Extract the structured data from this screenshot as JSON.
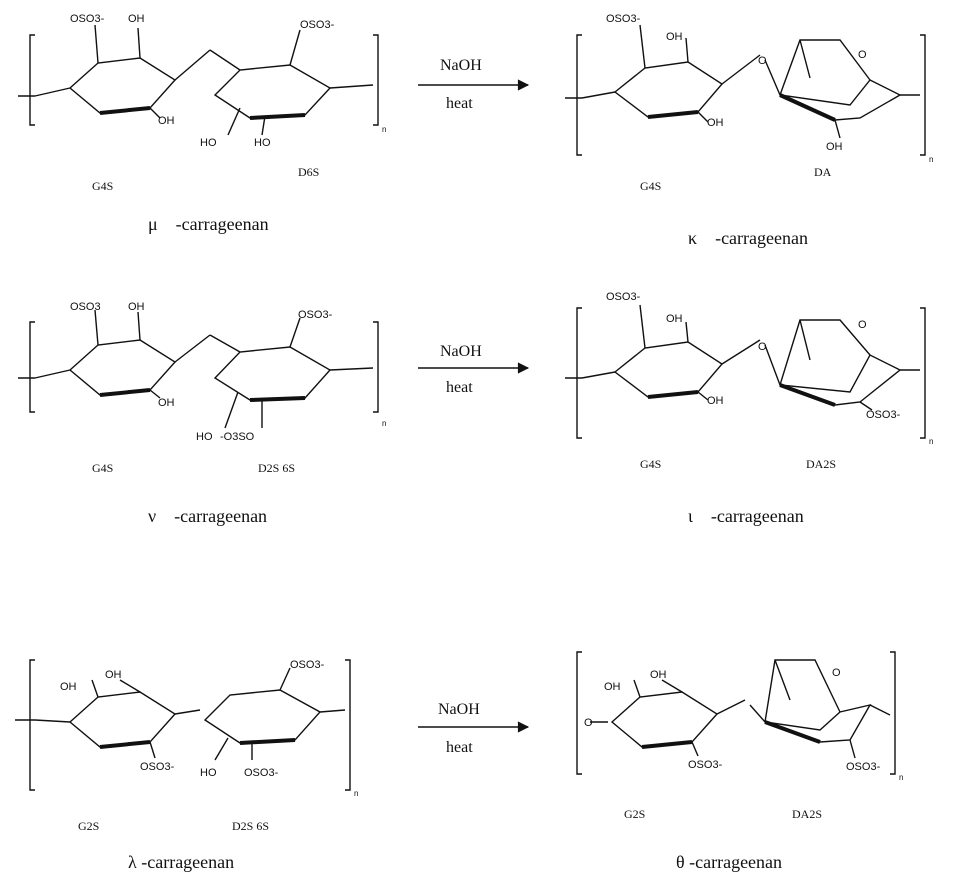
{
  "scheme": {
    "reactions": [
      {
        "reactant": {
          "name": "μ -carrageenan",
          "units": [
            "G4S",
            "D6S"
          ],
          "labels": [
            "OSO3-",
            "OH",
            "OH",
            "OSO3-",
            "HO",
            "HO",
            "n"
          ]
        },
        "conditions": {
          "top": "NaOH",
          "bottom": "heat"
        },
        "product": {
          "name": "κ -carrageenan",
          "units": [
            "G4S",
            "DA"
          ],
          "labels": [
            "OSO3-",
            "OH",
            "OH",
            "O",
            "O",
            "OH",
            "n"
          ]
        }
      },
      {
        "reactant": {
          "name": "ν -carrageenan",
          "units": [
            "G4S",
            "D2S  6S"
          ],
          "labels": [
            "OSO3",
            "OH",
            "OH",
            "OSO3-",
            "HO",
            "-O3SO",
            "n"
          ]
        },
        "conditions": {
          "top": "NaOH",
          "bottom": "heat"
        },
        "product": {
          "name": "ι -carrageenan",
          "units": [
            "G4S",
            "DA2S"
          ],
          "labels": [
            "OSO3-",
            "OH",
            "OH",
            "O",
            "O",
            "OSO3-",
            "n"
          ]
        }
      },
      {
        "reactant": {
          "name": "λ  -carrageenan",
          "units": [
            "G2S",
            "D2S 6S"
          ],
          "labels": [
            "OH",
            "OH",
            "OSO3-",
            "OSO3-",
            "HO",
            "OSO3-",
            "n"
          ]
        },
        "conditions": {
          "top": "NaOH",
          "bottom": "heat"
        },
        "product": {
          "name": "θ  -carrageenan",
          "units": [
            "G2S",
            "DA2S"
          ],
          "labels": [
            "OH",
            "OH",
            "OSO3-",
            "O",
            "O",
            "OSO3-",
            "n"
          ]
        }
      }
    ]
  }
}
